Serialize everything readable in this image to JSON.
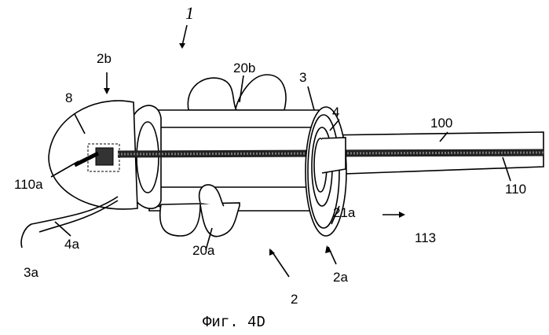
{
  "figure": {
    "caption": "Фиг. 4D",
    "labels": {
      "device": "1",
      "tip_end": "2b",
      "tip": "8",
      "wing_upper": "20b",
      "ring": "3",
      "ring_inner": "4",
      "rod": "100",
      "wire_end": "110a",
      "wire": "110",
      "direction": "113",
      "thread": "4a",
      "wing_lower": "20a",
      "ring_edge": "21a",
      "thread_end": "3a",
      "base_end": "2a",
      "body": "2"
    }
  }
}
